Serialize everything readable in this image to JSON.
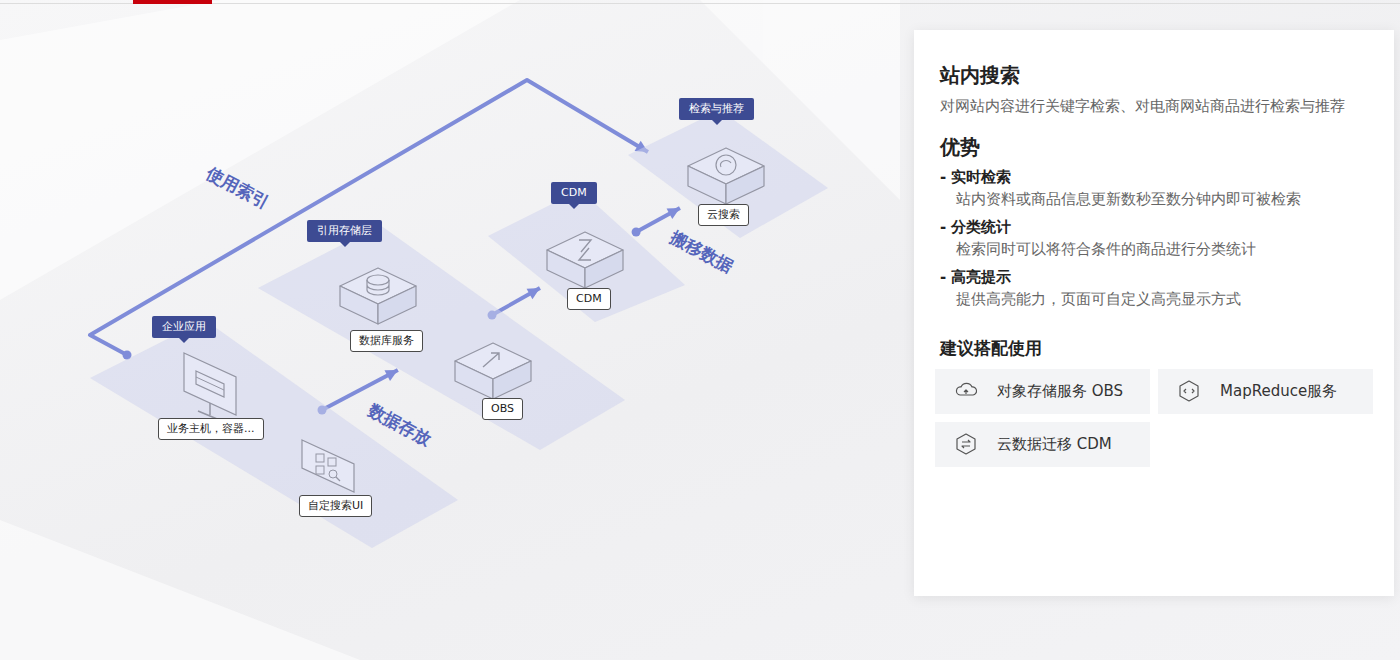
{
  "diagram": {
    "nodes": [
      {
        "text": [
          "企业应用"
        ]
      },
      {
        "text": [
          "业务主机，容器..."
        ],
        "in": 0
      },
      {
        "text": [
          "自定搜索UI"
        ],
        "in": 0
      },
      {
        "text": [
          "引用存储层"
        ]
      },
      {
        "text": [
          "数据库服务"
        ],
        "in": 3
      },
      {
        "text": [
          "OBS"
        ],
        "in": 3
      },
      {
        "text": [
          "CDM"
        ]
      },
      {
        "text": [
          "CDM"
        ],
        "in": 6
      },
      {
        "text": [
          "检索与推荐"
        ]
      },
      {
        "text": [
          "云搜索"
        ],
        "in": 8
      },
      {
        "text": [
          "站内搜索",
          "对网站内容进行关键字检索、对电商网站商品进行检索与推荐",
          "优势",
          "- 实时检索",
          "站内资料或商品信息更新数秒至数分钟内即可被检索",
          "- 分类统计",
          "检索同时可以将符合条件的商品进行分类统计",
          "- 高亮提示",
          "提供高亮能力，页面可自定义高亮显示方式",
          "建议搭配使用"
        ]
      },
      {
        "text": [
          "对象存储服务 OBS"
        ],
        "in": 10
      },
      {
        "text": [
          "MapReduce服务"
        ],
        "in": 10
      },
      {
        "text": [
          "云数据迁移 CDM"
        ],
        "in": 10
      }
    ],
    "edges": [
      {
        "from": 0,
        "to": 3,
        "label": "数据存放",
        "arrow": "to"
      },
      {
        "from": 3,
        "to": 6,
        "arrow": "to"
      },
      {
        "from": 6,
        "to": 8,
        "label": "搬移数据",
        "arrow": "to"
      },
      {
        "from": 0,
        "to": 8,
        "label": "使用索引",
        "arrow": "to"
      }
    ]
  }
}
